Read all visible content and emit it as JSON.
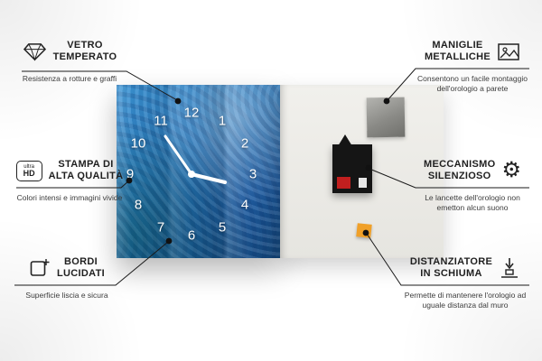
{
  "callouts": {
    "vetro_temperato": {
      "title1": "VETRO",
      "title2": "TEMPERATO",
      "subtitle": "Resistenza a rotture e graffi"
    },
    "stampa_alta_qualita": {
      "title1": "STAMPA DI",
      "title2": "ALTA QUALITÀ",
      "subtitle": "Colori intensi e immagini vivide"
    },
    "bordi_lucidati": {
      "title1": "BORDI",
      "title2": "LUCIDATI",
      "subtitle": "Superficie liscia e sicura"
    },
    "maniglie_metalliche": {
      "title1": "MANIGLIE",
      "title2": "METALLICHE",
      "subtitle": "Consentono un facile montaggio dell'orologio a parete"
    },
    "meccanismo_silenzioso": {
      "title1": "MECCANISMO",
      "title2": "SILENZIOSO",
      "subtitle": "Le lancette dell'orologio non emetton alcun suono"
    },
    "distanziatore_in_schiuma": {
      "title1": "DISTANZIATORE",
      "title2": "IN SCHIUMA",
      "subtitle": "Permette di mantenere l'orologio ad uguale distanza dal muro"
    }
  },
  "icons": {
    "ultra_hd_top": "ultra",
    "ultra_hd_bottom": "HD",
    "gear_glyph": "⚙"
  },
  "clock": {
    "numbers": [
      "1",
      "2",
      "3",
      "4",
      "5",
      "6",
      "7",
      "8",
      "9",
      "10",
      "11",
      "12"
    ]
  },
  "colors": {
    "clock_blue": "#2a78bd",
    "foam_orange": "#f0a028",
    "line": "#1a1a1a"
  }
}
